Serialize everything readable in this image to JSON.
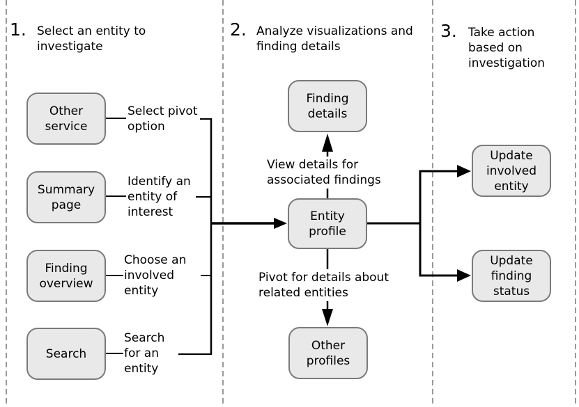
{
  "steps": [
    {
      "number": "1.",
      "title": "Select an entity to\ninvestigate"
    },
    {
      "number": "2.",
      "title": "Analyze visualizations and\nfinding details"
    },
    {
      "number": "3.",
      "title": "Take action\nbased on\ninvestigation"
    }
  ],
  "entry": {
    "nodes": [
      {
        "label": "Other\nservice",
        "action": "Select pivot\noption"
      },
      {
        "label": "Summary\npage",
        "action": "Identify an\nentity of\ninterest"
      },
      {
        "label": "Finding\noverview",
        "action": "Choose an\ninvolved\nentity"
      },
      {
        "label": "Search",
        "action": "Search\nfor an\nentity"
      }
    ]
  },
  "analysis": {
    "finding_details": "Finding\ndetails",
    "entity_profile": "Entity\nprofile",
    "other_profiles": "Other\nprofiles",
    "up_arrow_label": "View details for\nassociated findings",
    "down_arrow_label": "Pivot for details about\nrelated entities"
  },
  "actions": {
    "update_involved_entity": "Update\ninvolved\nentity",
    "update_finding_status": "Update\nfinding\nstatus"
  },
  "colors": {
    "node_fill": "#e9e9e9",
    "node_border": "#7a7a7a",
    "arrow": "#000000",
    "divider": "#999999"
  }
}
